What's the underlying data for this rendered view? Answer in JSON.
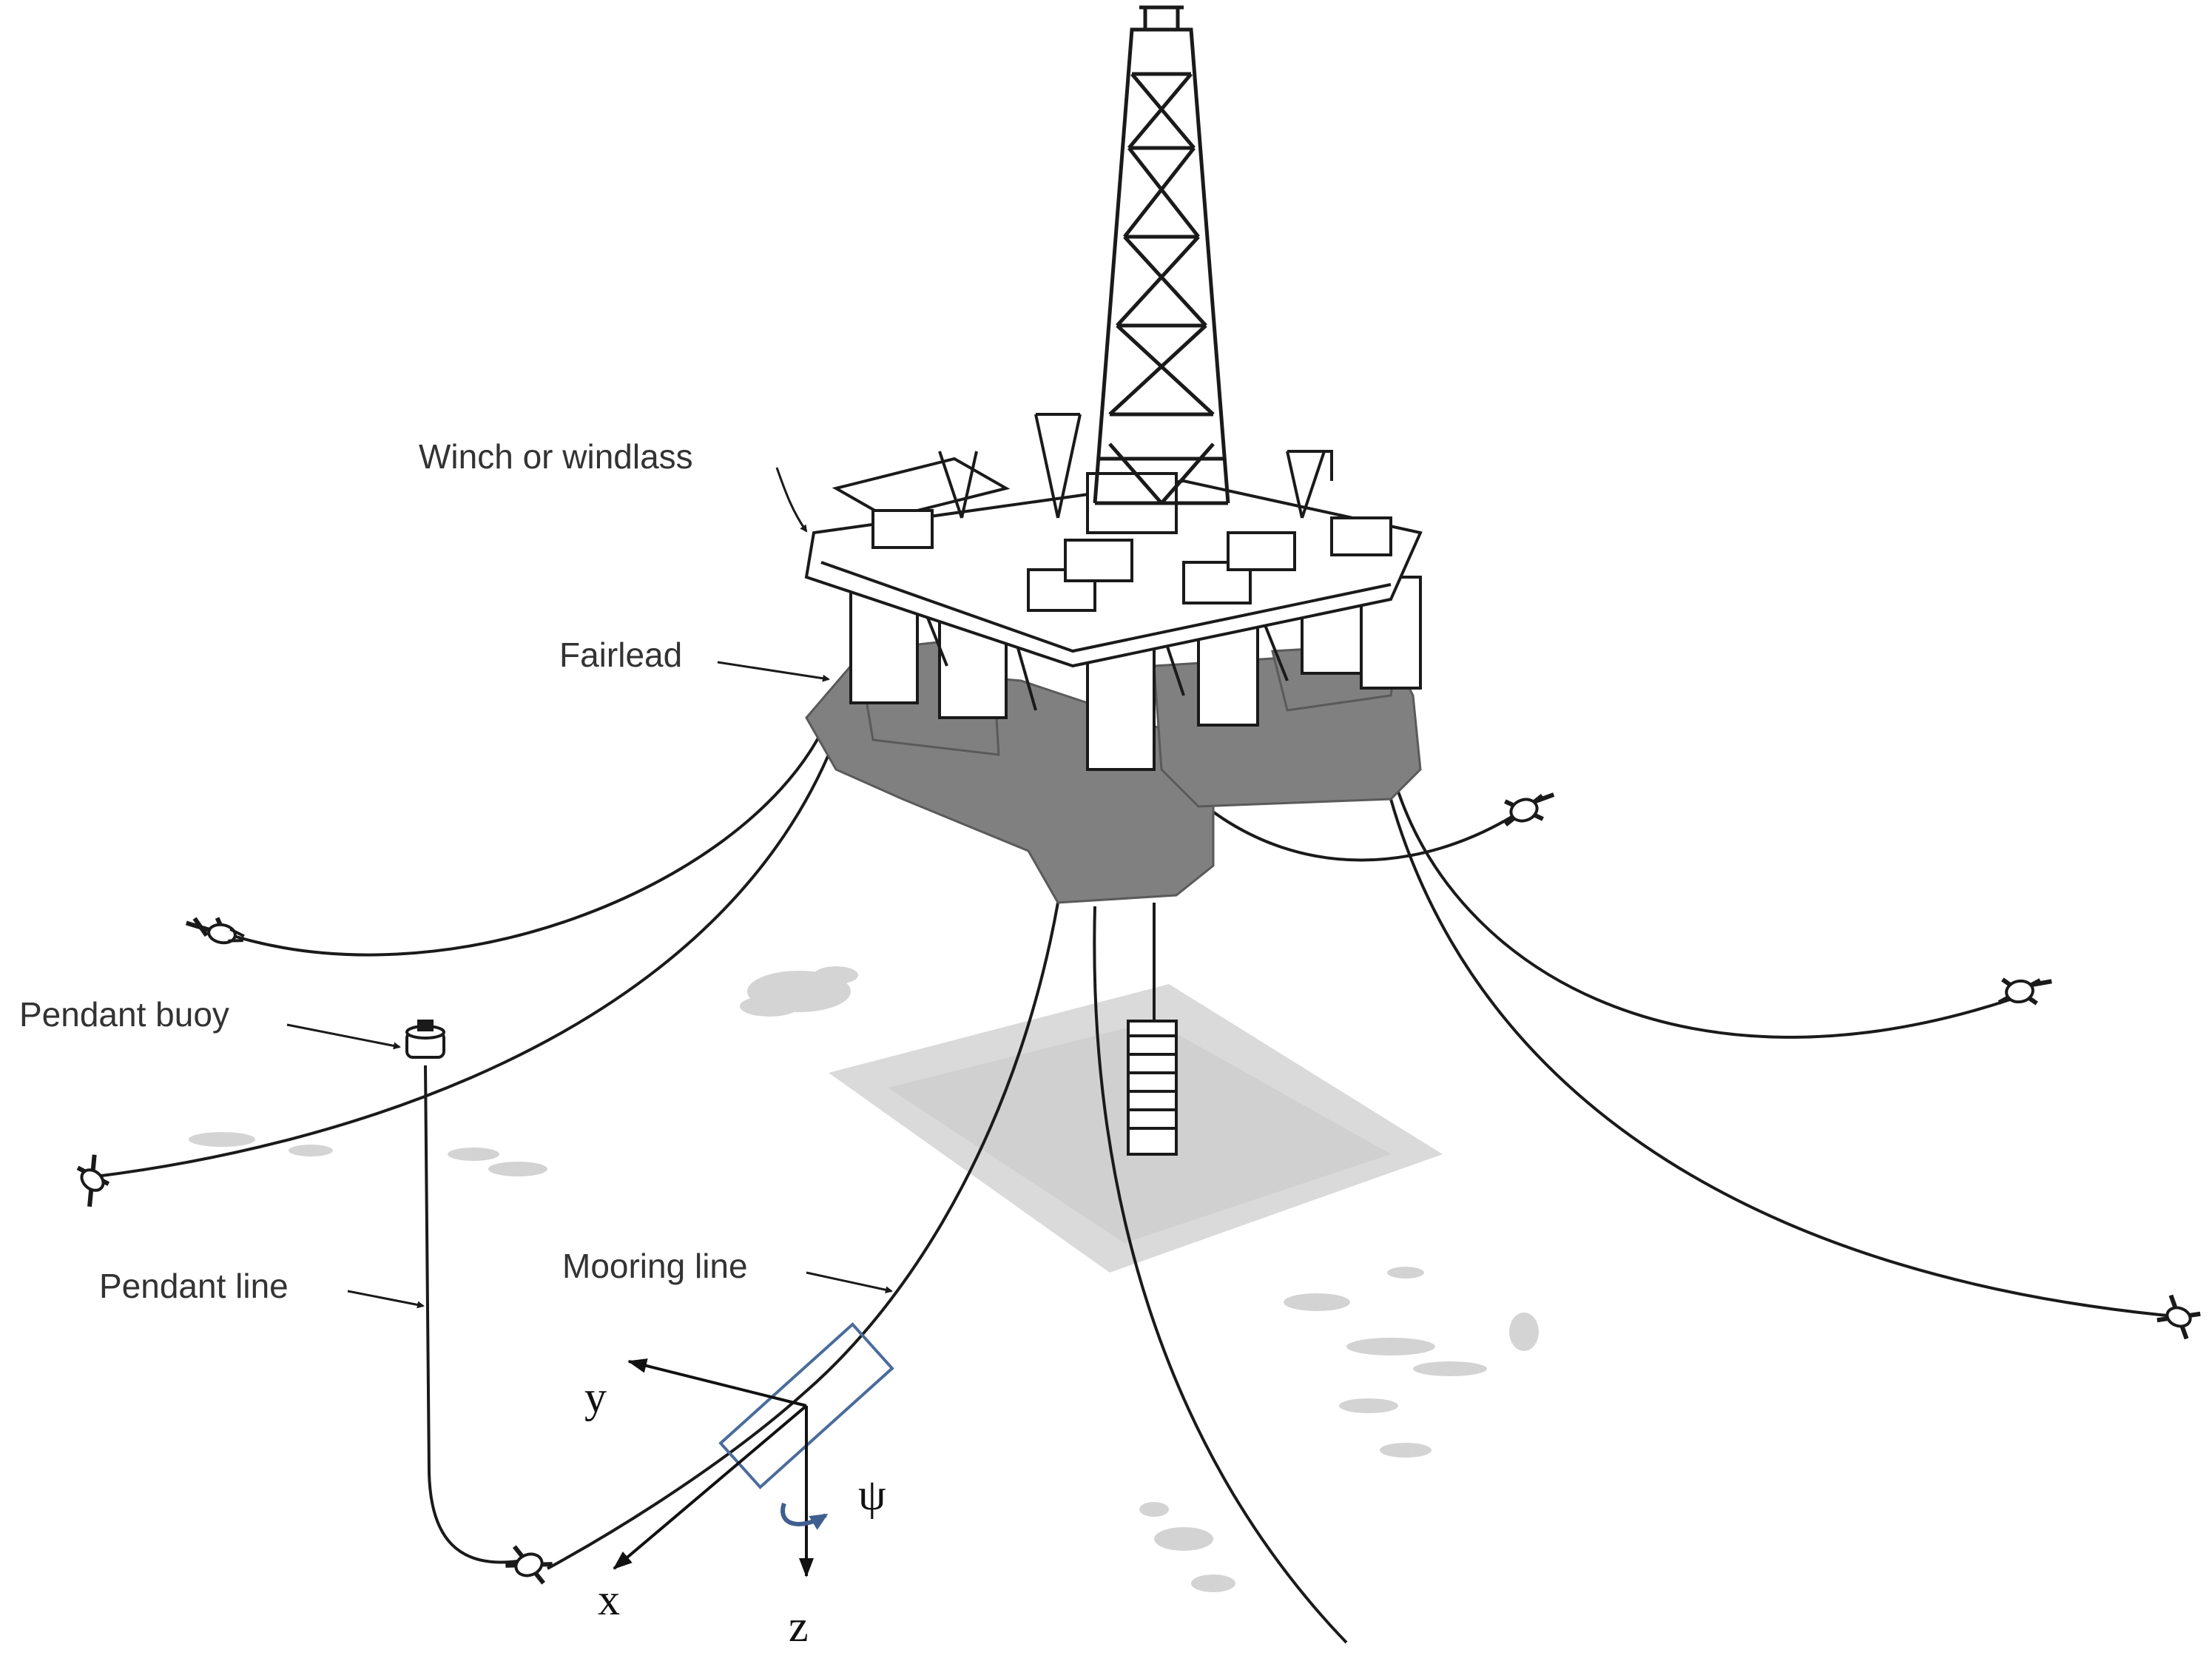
{
  "labels": {
    "winch": "Winch or windlass",
    "fairlead": "Fairlead",
    "pendant_buoy": "Pendant buoy",
    "pendant_line": "Pendant line",
    "mooring_line": "Mooring line"
  },
  "axes": {
    "x": "x",
    "y": "y",
    "z": "z",
    "psi": "ψ"
  },
  "colors": {
    "ink": "#1a1a1a",
    "hull": "#808080",
    "seabed": "#c9c9c9",
    "element_box": "#4a6c9c",
    "rotation_arrow": "#3f5f8f"
  }
}
